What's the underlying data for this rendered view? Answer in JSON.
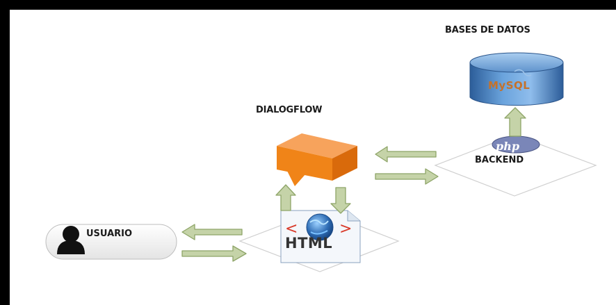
{
  "nodes": {
    "database": {
      "title": "BASES DE DATOS",
      "logo_text": "MySQL"
    },
    "dialogflow": {
      "title": "DIALOGFLOW"
    },
    "backend": {
      "logo_text": "php",
      "label": "BACKEND"
    },
    "frontend": {
      "label": "HTML"
    },
    "user": {
      "label": "USUARIO"
    }
  },
  "colors": {
    "arrow_fill": "#c5d3a8",
    "arrow_stroke": "#8ea568",
    "dialogflow_orange": "#f07e1a",
    "php_purple": "#7a86b8",
    "db_blue": "#4b7db8",
    "globe_blue": "#2f6db5",
    "html_bracket_red": "#d93a2a"
  },
  "icons": [
    "user-silhouette-icon",
    "mysql-database-icon",
    "dialogflow-logo-icon",
    "php-logo-icon",
    "html-globe-icon"
  ]
}
